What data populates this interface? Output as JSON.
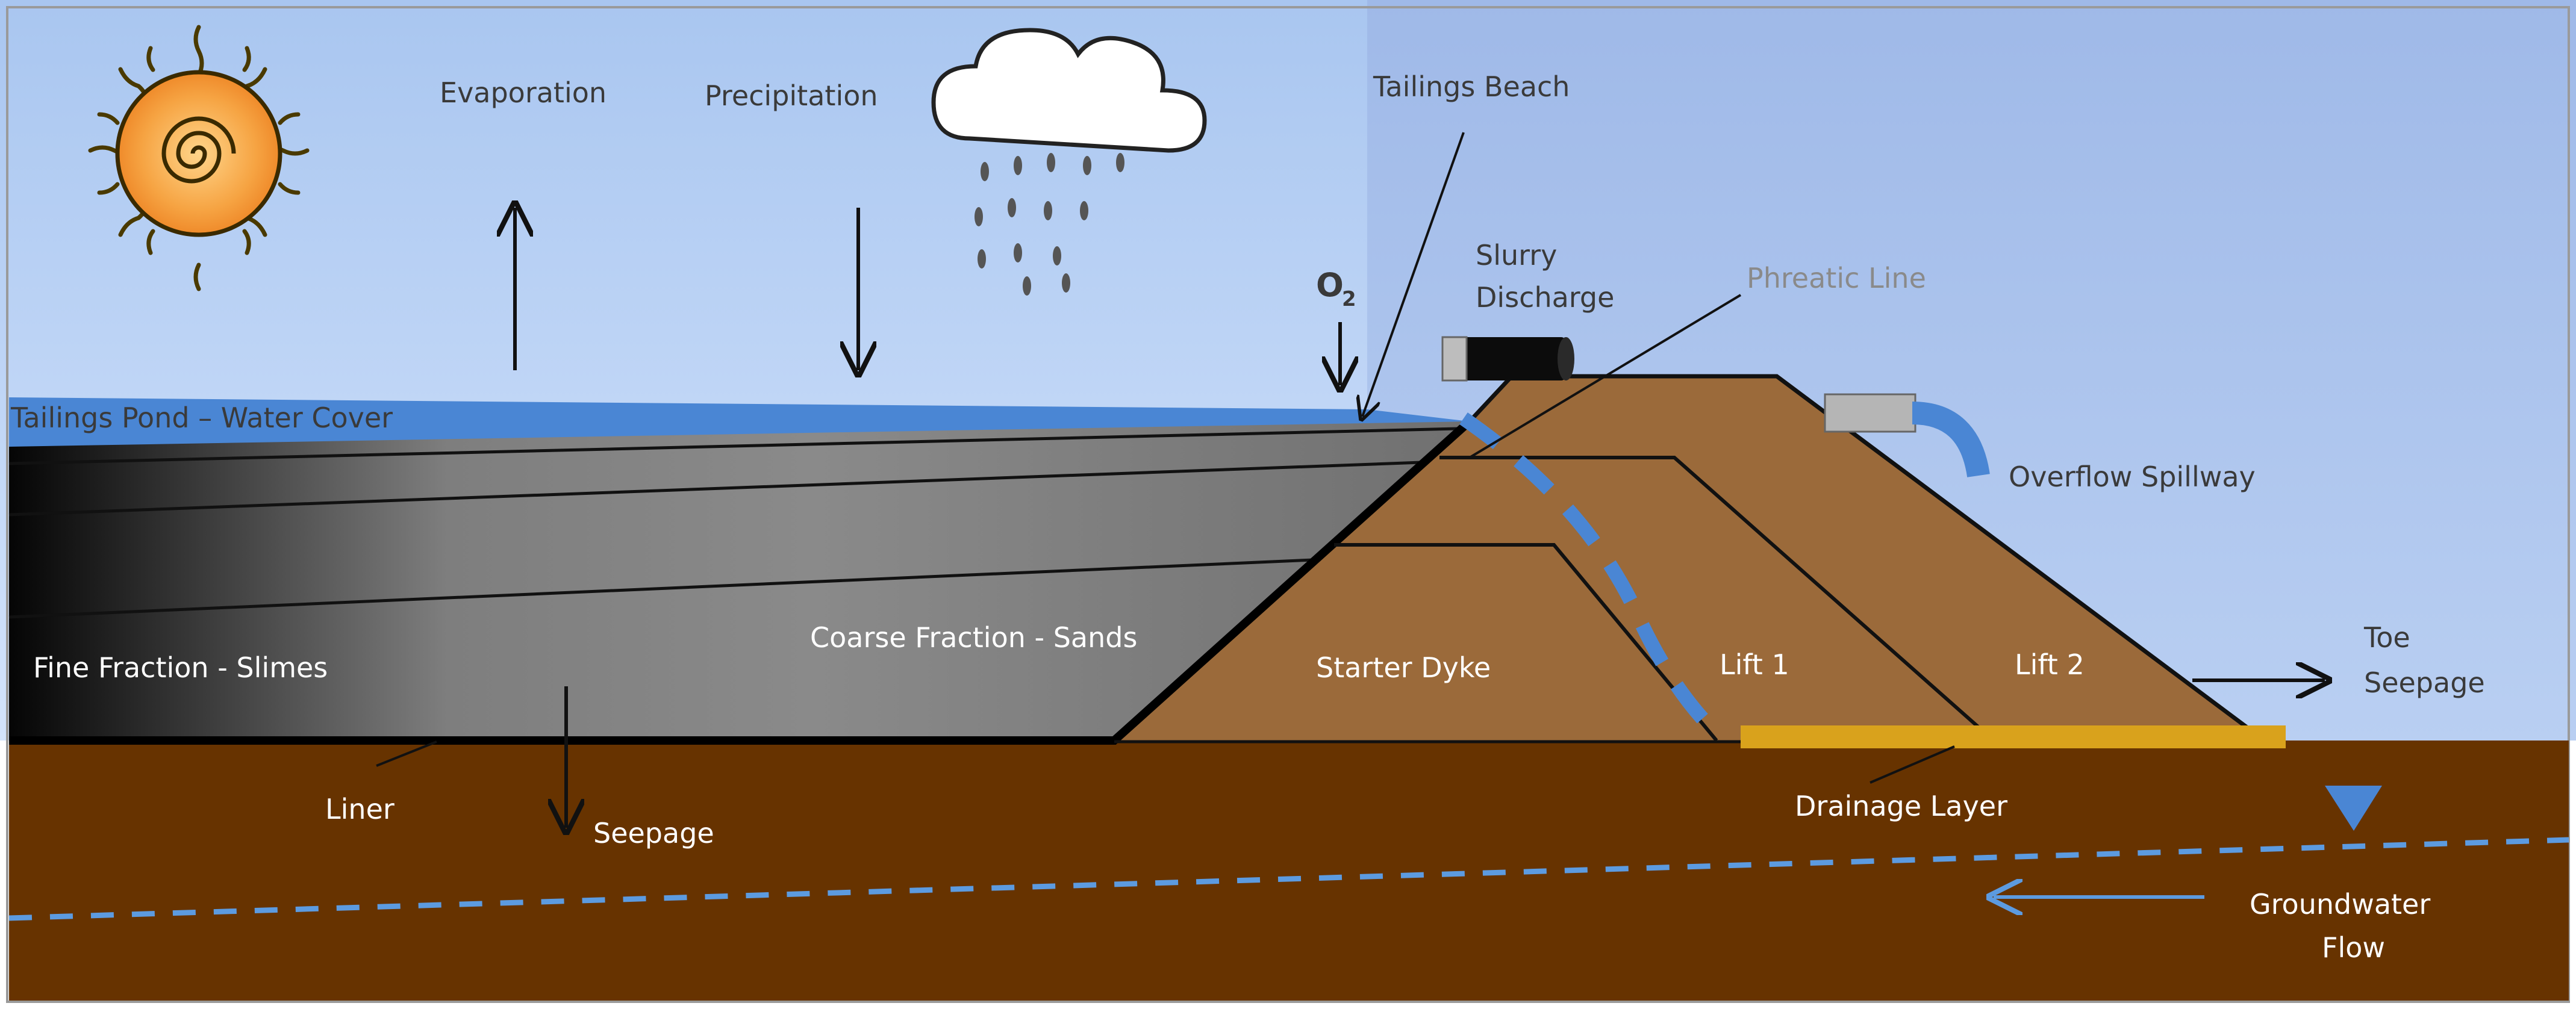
{
  "diagram": {
    "labels": {
      "evaporation": "Evaporation",
      "precipitation": "Precipitation",
      "tailings_beach": "Tailings Beach",
      "o2_main": "O",
      "o2_sub": "2",
      "slurry_line1": "Slurry",
      "slurry_line2": "Discharge",
      "phreatic_line": "Phreatic Line",
      "tailings_pond": "Tailings Pond – Water Cover",
      "overflow_spillway": "Overflow Spillway",
      "fine_fraction": "Fine Fraction - Slimes",
      "coarse_fraction": "Coarse Fraction - Sands",
      "starter_dyke": "Starter Dyke",
      "lift1": "Lift 1",
      "lift2": "Lift 2",
      "toe_line1": "Toe",
      "toe_line2": "Seepage",
      "liner": "Liner",
      "seepage": "Seepage",
      "drainage_layer": "Drainage Layer",
      "groundwater_line1": "Groundwater",
      "groundwater_line2": "Flow"
    },
    "icons": {
      "sun": "sun-icon",
      "cloud": "rain-cloud-icon",
      "water_table": "water-table-marker-icon"
    },
    "colors": {
      "sky_top": "#a9c6f0",
      "sky_bottom": "#cfe0fa",
      "water": "#4a86d4",
      "dam": "#9b6a3a",
      "ground": "#673300",
      "drainage": "#d9a21c",
      "phreatic": "#4a86d4",
      "groundwater": "#5c9be0"
    }
  }
}
